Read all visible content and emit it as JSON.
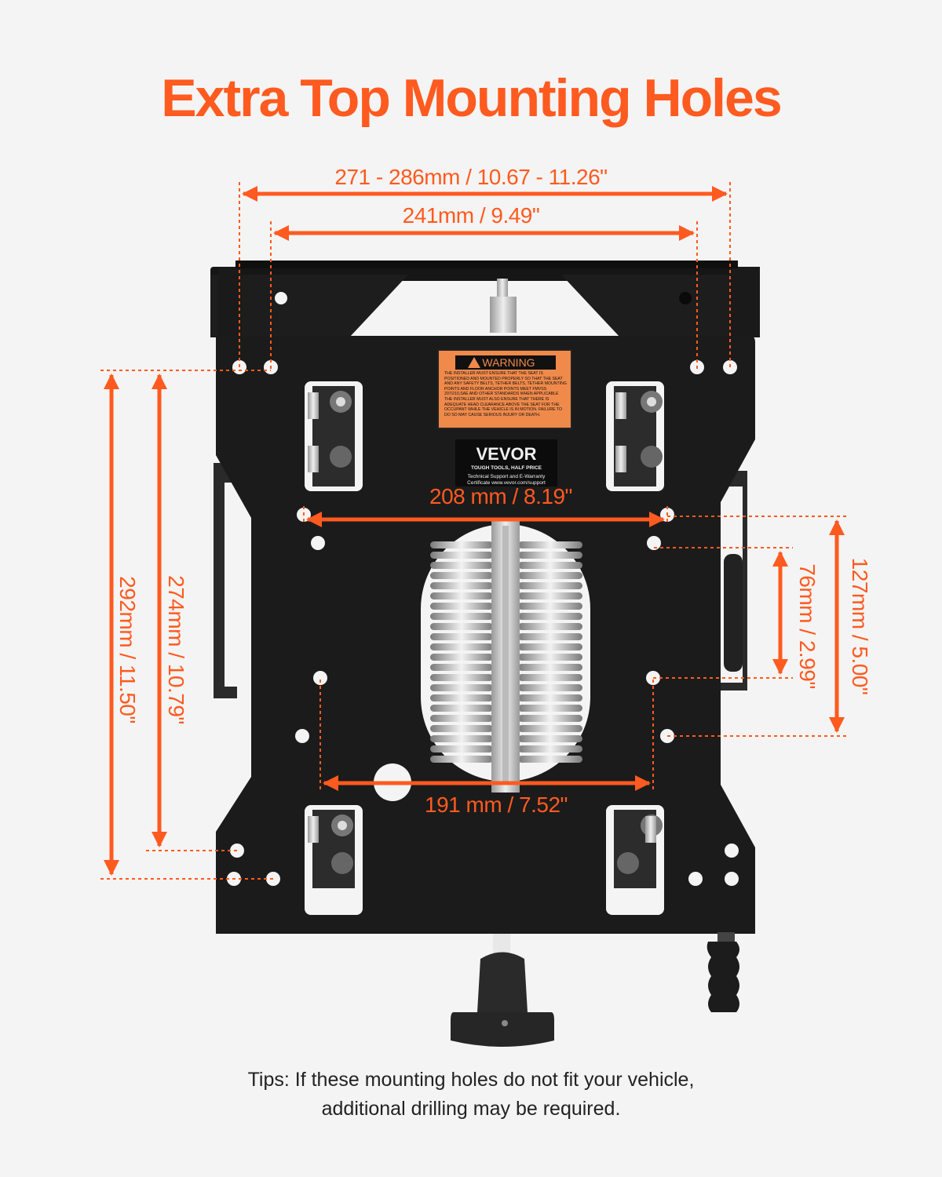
{
  "title": "Extra Top Mounting Holes",
  "dimensions": {
    "outer_width": "271 - 286mm / 10.67 - 11.26\"",
    "inner_width": "241mm / 9.49\"",
    "middle_top_width": "208 mm / 8.19\"",
    "bottom_width": "191 mm / 7.52\"",
    "outer_height": "292mm / 11.50\"",
    "inner_height": "274mm / 10.79\"",
    "right_short": "76mm / 2.99\"",
    "right_long": "127mm / 5.00\""
  },
  "label": {
    "warning_heading": "WARNING",
    "warning_text": "THE INSTALLER MUST ENSURE THAT THE SEAT IS POSITIONED AND MOUNTED PROPERLY SO THAT THE SEAT AND ANY SAFETY BELTS, TETHER BELTS, TETHER MOUNTING POINTS AND FLOOR ANCHOR POINTS MEET FMVSS 207/210,SAE AND OTHER STANDARDS WHEN APPLICABLE THE INSTALLER MUST ALSO ENSURE THAT THERE IS ADEQUATE HEAD CLEARANCE ABOVE THE SEAT FOR THE OCCUPANT WHILE THE VEHICLE IS IN MOTION. FAILURE TO DO SO MAY CAUSE SERIOUS INJURY OR DEATH."
  },
  "brand": {
    "name": "VEVOR",
    "tagline": "TOUGH TOOLS, HALF PRICE",
    "support_line1": "Technical Support and E-Warranty",
    "support_line2": "Certificate www.vevor.com/support"
  },
  "tips": {
    "line1": "Tips: If these mounting holes do not fit your vehicle,",
    "line2": "additional drilling may be required."
  },
  "colors": {
    "accent": "#ff5a1f",
    "plate": "#1b1b1b",
    "background": "#f4f4f4"
  }
}
